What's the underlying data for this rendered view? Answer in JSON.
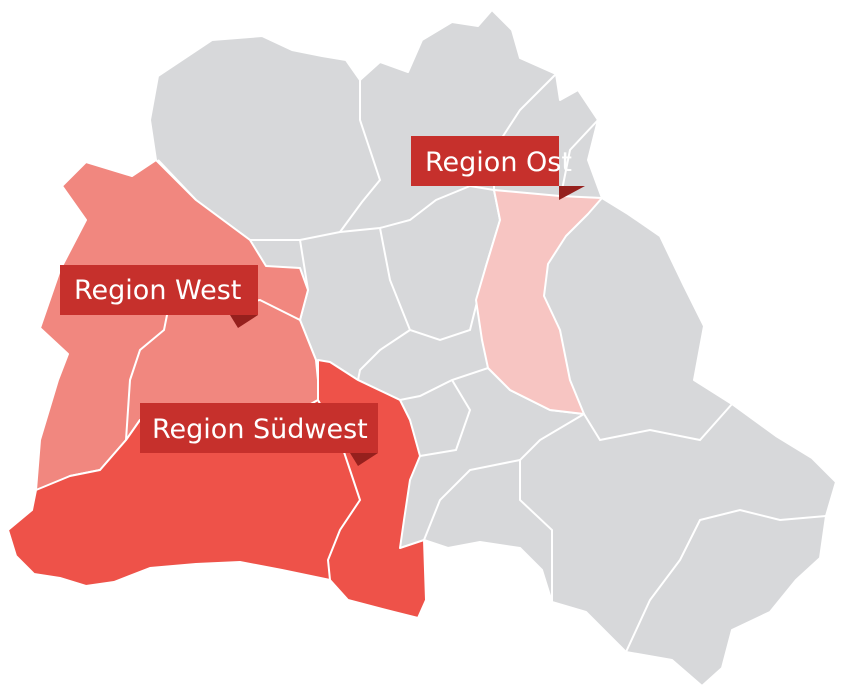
{
  "map": {
    "colors": {
      "base": "#d7d8da",
      "border": "#ffffff",
      "region_west": "#f1877f",
      "region_suedwest": "#ee5249",
      "region_ost": "#f7c5c2",
      "label_bg": "#c6302c",
      "label_bg_dark": "#96201d",
      "label_text": "#ffffff"
    },
    "regions": [
      {
        "id": "region-ost",
        "label": "Region Ost"
      },
      {
        "id": "region-west",
        "label": "Region West"
      },
      {
        "id": "region-suedwest",
        "label": "Region Südwest"
      }
    ]
  }
}
